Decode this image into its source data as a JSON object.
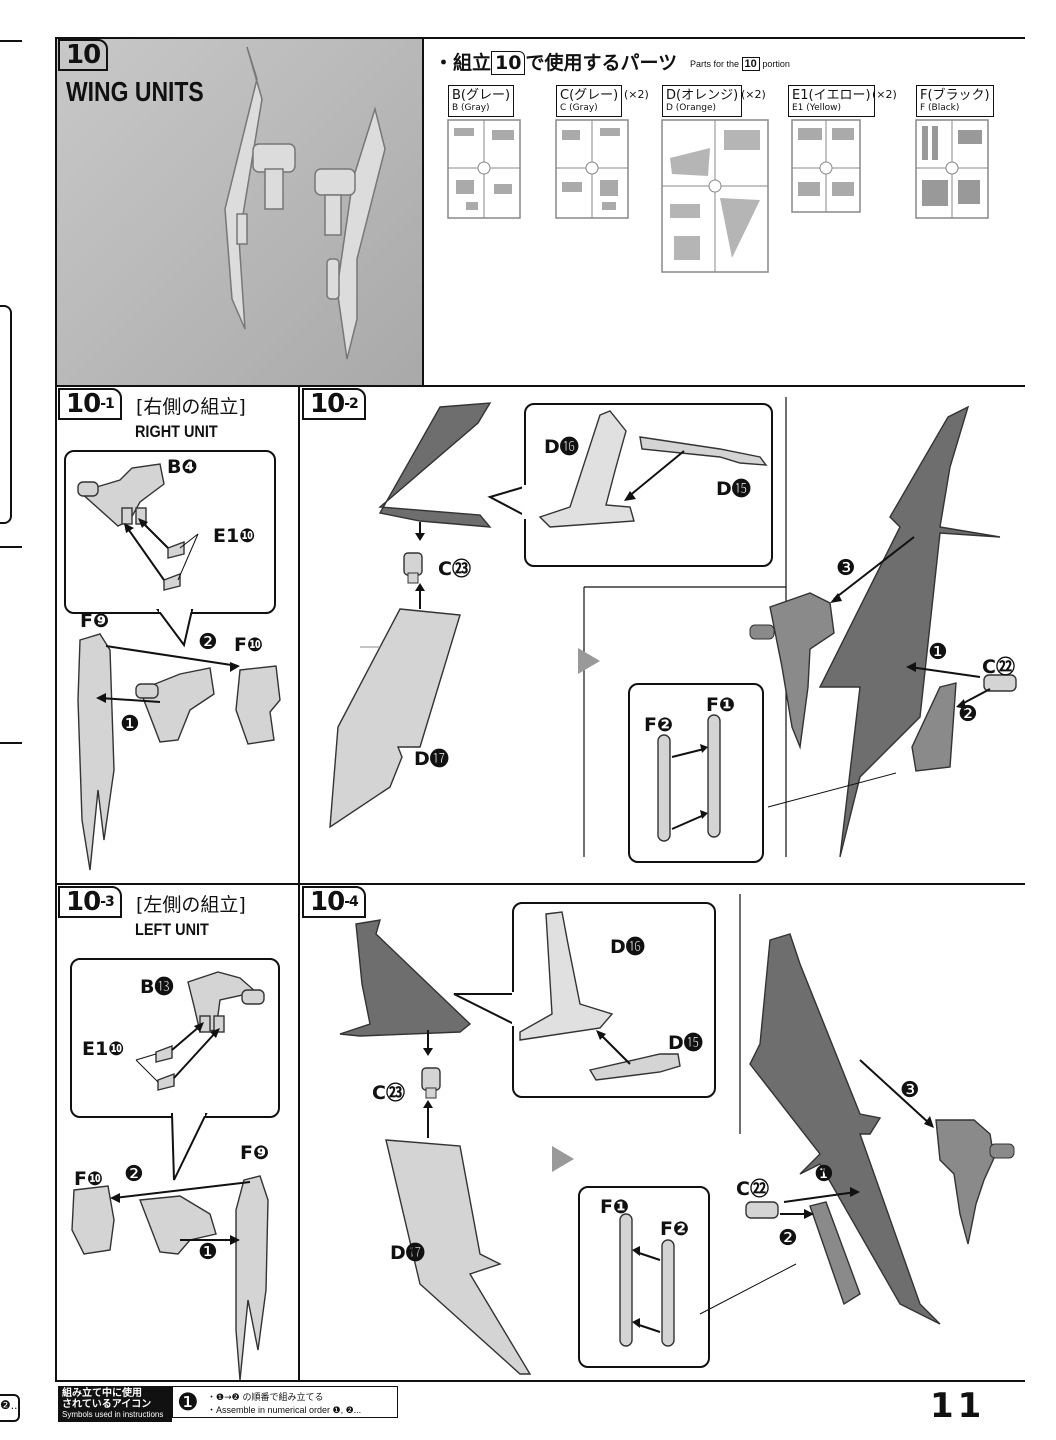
{
  "step10": {
    "number": "10",
    "title": "WING UNITS",
    "parts_jp_prefix": "・組立",
    "parts_jp_num": "10",
    "parts_jp_suffix": "で使用するパーツ",
    "parts_en_prefix": "Parts for the",
    "parts_en_num": "10",
    "parts_en_suffix": "portion",
    "parts": [
      {
        "code": "B",
        "jp": "(グレー)",
        "en": "B (Gray)",
        "mult": ""
      },
      {
        "code": "C",
        "jp": "(グレー)",
        "en": "C (Gray)",
        "mult": "(×2)"
      },
      {
        "code": "D",
        "jp": "(オレンジ)",
        "en": "D (Orange)",
        "mult": "(×2)"
      },
      {
        "code": "E1",
        "jp": "(イエロー)",
        "en": "E1 (Yellow)",
        "mult": "(×2)"
      },
      {
        "code": "F",
        "jp": "(ブラック)",
        "en": "F (Black)",
        "mult": ""
      }
    ]
  },
  "step10_1": {
    "num": "10",
    "sub": "-1",
    "jp": "[右側の組立]",
    "en": "RIGHT UNIT",
    "labels": [
      "B❹",
      "E1❿",
      "F❾",
      "F❿"
    ],
    "steps": [
      "❷",
      "❶"
    ]
  },
  "step10_2": {
    "num": "10",
    "sub": "-2",
    "labels": [
      "D⓰",
      "D⓯",
      "C㉓",
      "D⓱",
      "C㉒",
      "F❶",
      "F❷"
    ],
    "steps": [
      "❸",
      "❶",
      "❷"
    ]
  },
  "step10_3": {
    "num": "10",
    "sub": "-3",
    "jp": "[左側の組立]",
    "en": "LEFT UNIT",
    "labels": [
      "B⓭",
      "E1❿",
      "F❾",
      "F❿"
    ],
    "steps": [
      "❷",
      "❶"
    ]
  },
  "step10_4": {
    "num": "10",
    "sub": "-4",
    "labels": [
      "D⓰",
      "D⓯",
      "C㉓",
      "D⓱",
      "C㉒",
      "F❶",
      "F❷"
    ],
    "steps": [
      "❸",
      "❶",
      "❷"
    ]
  },
  "footer": {
    "icon_jp_1": "組み立て中に使用",
    "icon_jp_2": "されているアイコン",
    "icon_en": "Symbols used in instructions",
    "seq_icon": "❶",
    "seq_jp": "・❶→❷ の順番で組み立てる",
    "seq_en": "・Assemble in numerical order ❶, ❷...",
    "edge_text": "❷...",
    "page": "11"
  },
  "colors": {
    "line": "#111111",
    "part_dark": "#6e6e6e",
    "part_light": "#d4d4d4",
    "photo_bg": "#bdbdbd"
  }
}
